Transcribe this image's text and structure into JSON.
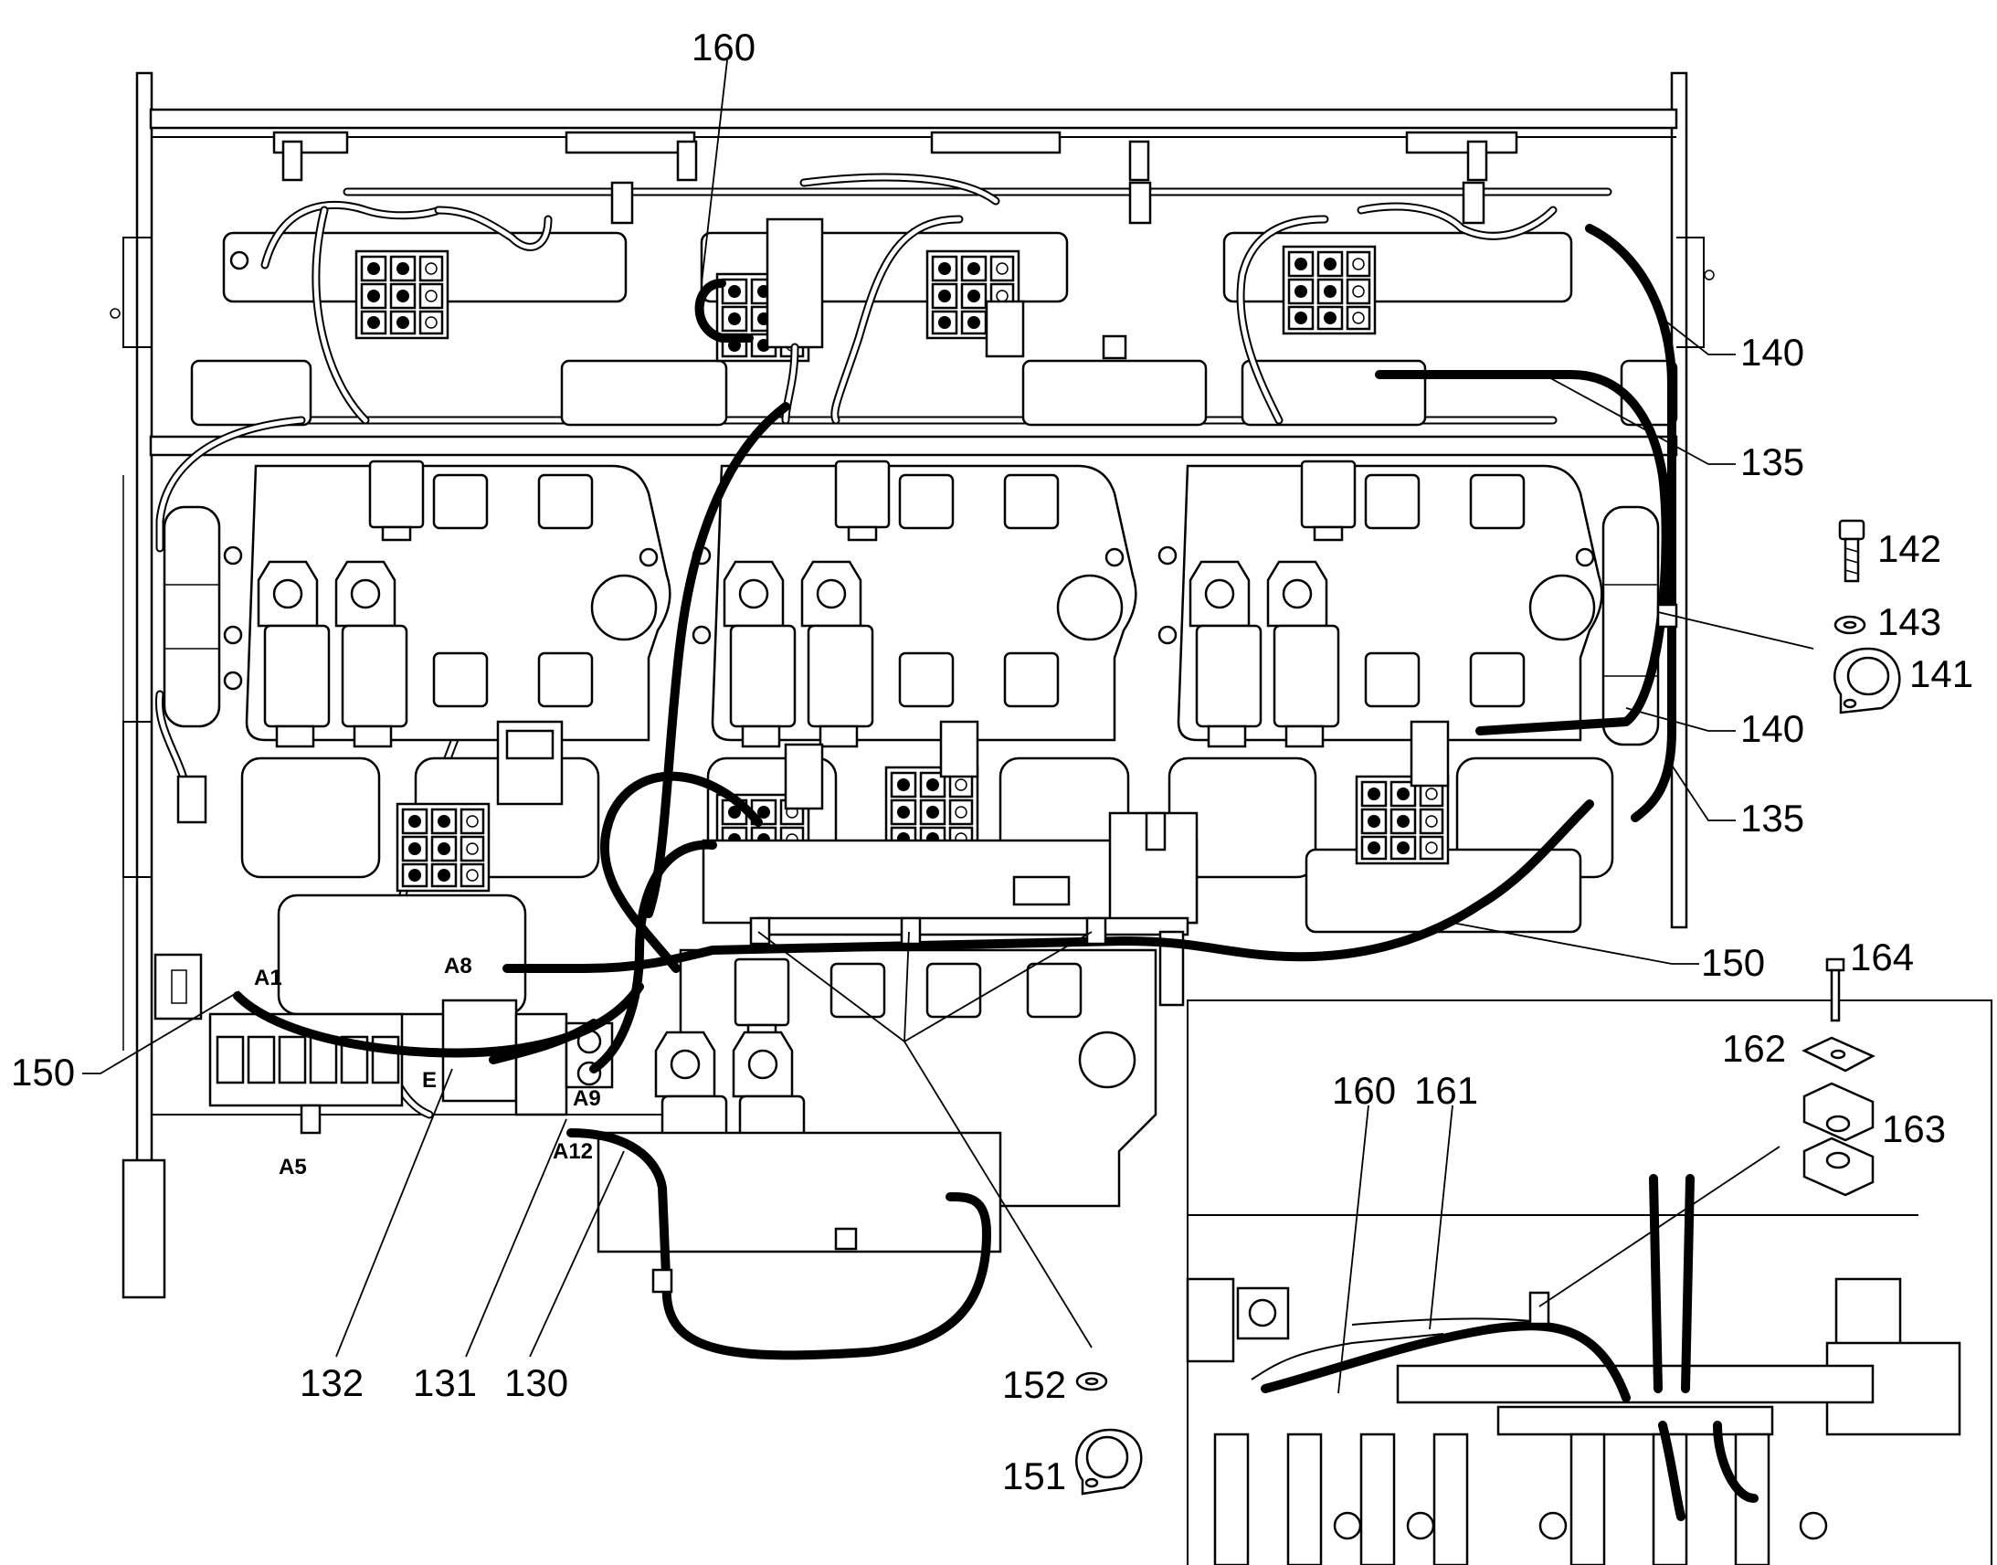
{
  "callouts": {
    "c160_top": "160",
    "c140_a": "140",
    "c135_a": "135",
    "c142": "142",
    "c143": "143",
    "c141": "141",
    "c140_b": "140",
    "c135_b": "135",
    "c150_right": "150",
    "c164": "164",
    "c162": "162",
    "c163": "163",
    "c160_inset": "160",
    "c161": "161",
    "c150_left": "150",
    "c132": "132",
    "c131": "131",
    "c130": "130",
    "c152": "152",
    "c151": "151"
  },
  "port_labels": {
    "A1": "A1",
    "A8": "A8",
    "A9": "A9",
    "A12": "A12",
    "A5": "A5",
    "E": "E"
  }
}
